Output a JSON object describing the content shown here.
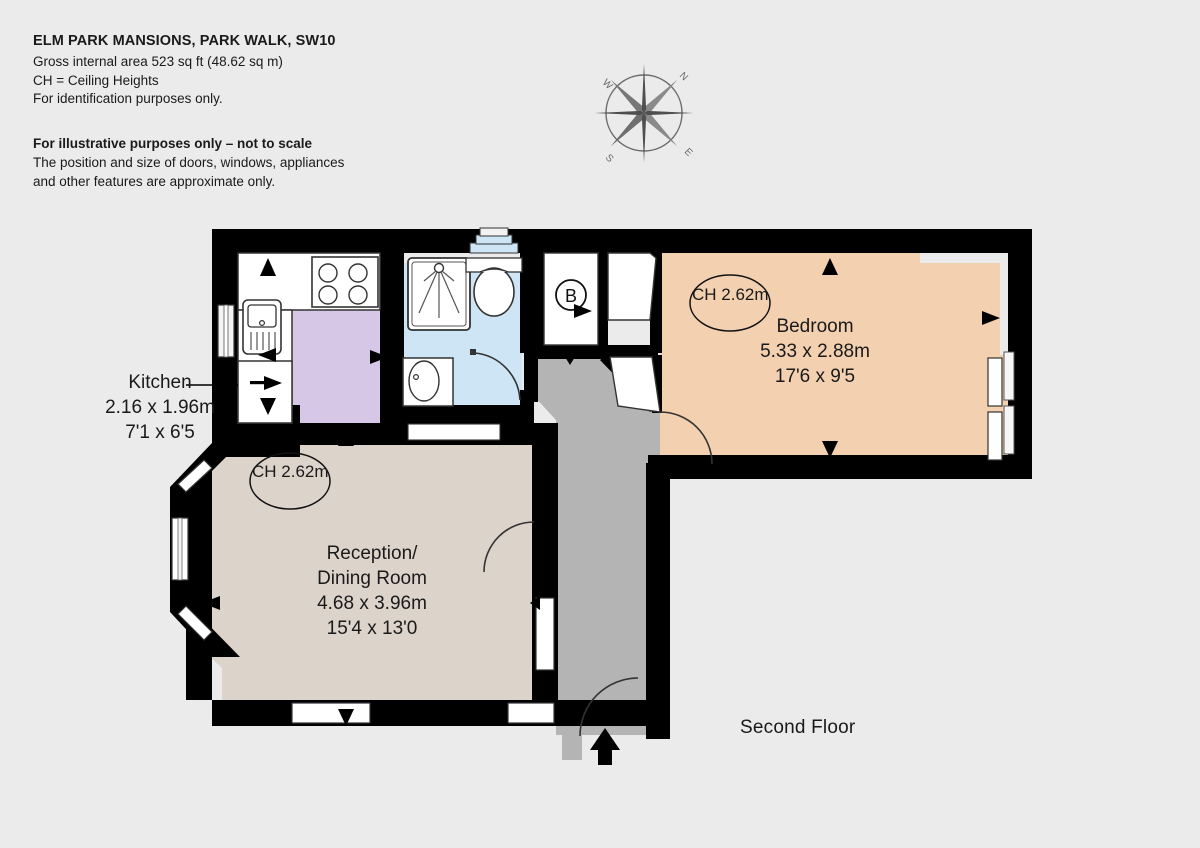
{
  "header": {
    "title": "ELM PARK MANSIONS, PARK WALK, SW10",
    "line1": "Gross internal area 523 sq ft (48.62 sq m)",
    "line2": "CH =  Ceiling Heights",
    "line3": "For identification purposes only.",
    "disclaimer_title": "For illustrative purposes only – not to scale",
    "disclaimer_line1": "The position and size of doors, windows, appliances",
    "disclaimer_line2": "and other features are approximate only."
  },
  "compass": {
    "north": "N",
    "east": "E",
    "south": "S",
    "west": "W"
  },
  "floor": {
    "name": "Second Floor"
  },
  "rooms": [
    {
      "id": "kitchen",
      "name": "Kitchen",
      "metric": "2.16 x 1.96m",
      "imperial": "7'1 x 6'5",
      "color": "#D7C7E7",
      "ch": null
    },
    {
      "id": "bedroom",
      "name": "Bedroom",
      "metric": "5.33 x 2.88m",
      "imperial": "17'6 x 9'5",
      "color": "#F2D0B0",
      "ch_label": "CH",
      "ch_value": "2.62m"
    },
    {
      "id": "reception",
      "name": "Reception/",
      "name2": "Dining Room",
      "metric": "4.68 x 3.96m",
      "imperial": "15'4 x 13'0",
      "color": "#DCD3CB",
      "ch_label": "CH",
      "ch_value": "2.62m"
    },
    {
      "id": "bathroom",
      "name": "",
      "color": "#CEE5F5"
    },
    {
      "id": "hall",
      "name": "",
      "color": "#B4B4B4"
    }
  ],
  "markers": {
    "boiler": "B"
  },
  "palette": {
    "page_background": "#EBEBEB",
    "wall": "#000000",
    "kitchen_floor": "#D7C7E7",
    "bathroom_floor": "#CEE5F5",
    "bedroom_floor": "#F2D0B0",
    "reception_floor": "#DCD3CB",
    "hall_floor": "#B4B4B4",
    "fixture_fill": "#FFFFFF",
    "fixture_stroke": "#333333",
    "text": "#1A1A1A"
  }
}
